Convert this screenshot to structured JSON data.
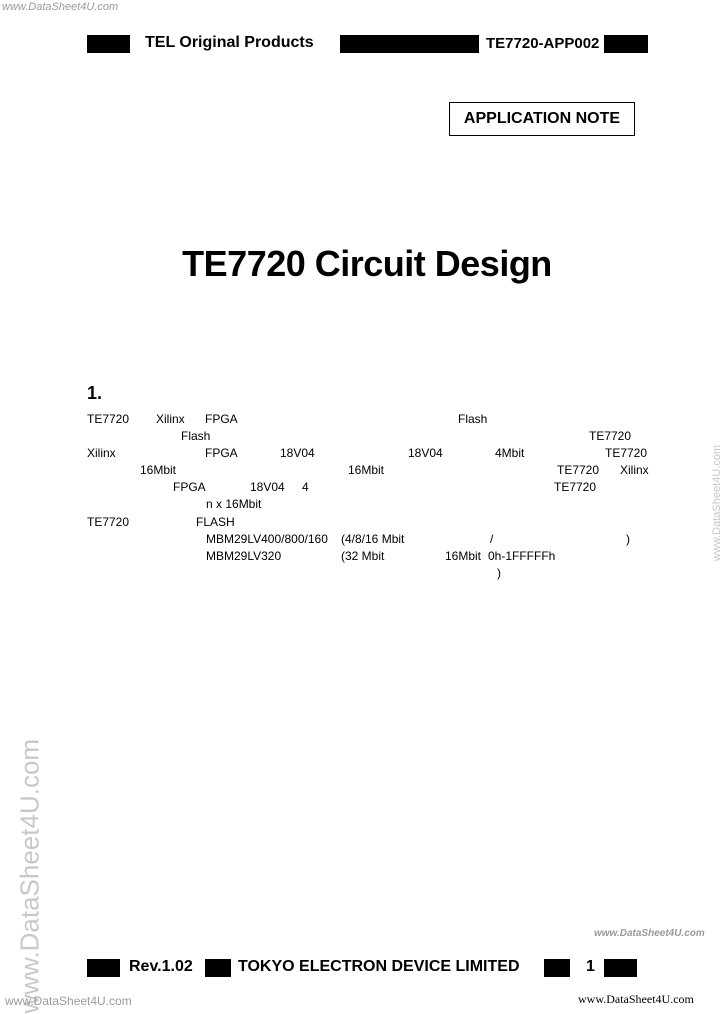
{
  "watermarks": {
    "top_left": "www.DataSheet4U.com",
    "vertical_left": "www.DataSheet4U.com",
    "vertical_right": "www.DataSheet4U.com",
    "bottom_right": "www.DataSheet4U.com",
    "footer_left": "www.DataSheet4U.com",
    "footer_right": "www.DataSheet4U.com"
  },
  "header": {
    "left_label": "TEL Original Products",
    "doc_code": "TE7720-APP002"
  },
  "badge": "APPLICATION NOTE",
  "title": "TE7720 Circuit Design",
  "section_number": "1.",
  "body_text": {
    "l1_a": "TE7720",
    "l1_b": "Xilinx",
    "l1_c": "FPGA",
    "l1_d": "Flash",
    "l2_a": "Flash",
    "l2_b": "TE7720",
    "l3_a": "Xilinx",
    "l3_b": "FPGA",
    "l3_c": "18V04",
    "l3_d": "18V04",
    "l3_e": "4Mbit",
    "l3_f": "TE7720",
    "l4_a": "16Mbit",
    "l4_b": "16Mbit",
    "l4_c": "TE7720",
    "l4_d": "Xilinx",
    "l5_a": "FPGA",
    "l5_b": "18V04",
    "l5_c": "4",
    "l5_d": "TE7720",
    "l6_a": "n x 16Mbit",
    "l7_a": "TE7720",
    "l7_b": "FLASH",
    "l8_a": "MBM29LV400/800/160",
    "l8_b": "(4/8/16 Mbit",
    "l8_c": "/",
    "l8_d": ")",
    "l9_a": "MBM29LV320",
    "l9_b": "(32 Mbit",
    "l9_c": "16Mbit",
    "l9_d": "0h-1FFFFFh",
    "l10_a": ")"
  },
  "footer": {
    "revision": "Rev.1.02",
    "company": "TOKYO ELECTRON DEVICE LIMITED",
    "page_number": "1"
  }
}
